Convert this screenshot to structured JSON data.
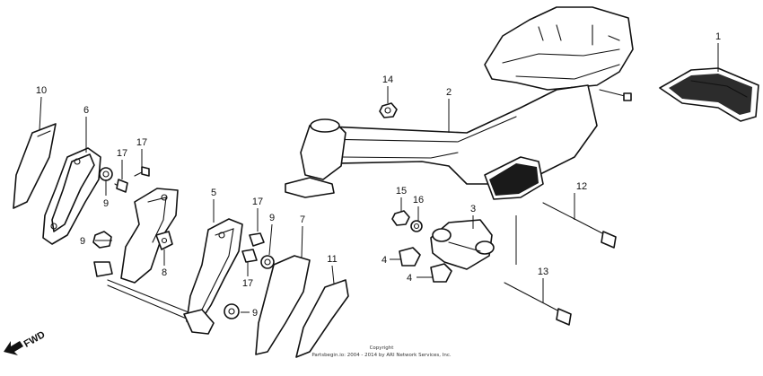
{
  "callouts": {
    "c1": "1",
    "c2": "2",
    "c3": "3",
    "c4a": "4",
    "c4b": "4",
    "c5": "5",
    "c6": "6",
    "c7": "7",
    "c8": "8",
    "c9a": "9",
    "c9b": "9",
    "c9c": "9",
    "c9d": "9",
    "c10": "10",
    "c11": "11",
    "c12": "12",
    "c13": "13",
    "c14": "14",
    "c15": "15",
    "c16": "16",
    "c17a": "17",
    "c17b": "17",
    "c17c": "17",
    "c17d": "17"
  },
  "direction": {
    "label": "FWD"
  },
  "copyright": {
    "line1": "Copyright",
    "line2": "Partsbegin.io: 2004 - 2014 by ARI Network Services, Inc."
  }
}
